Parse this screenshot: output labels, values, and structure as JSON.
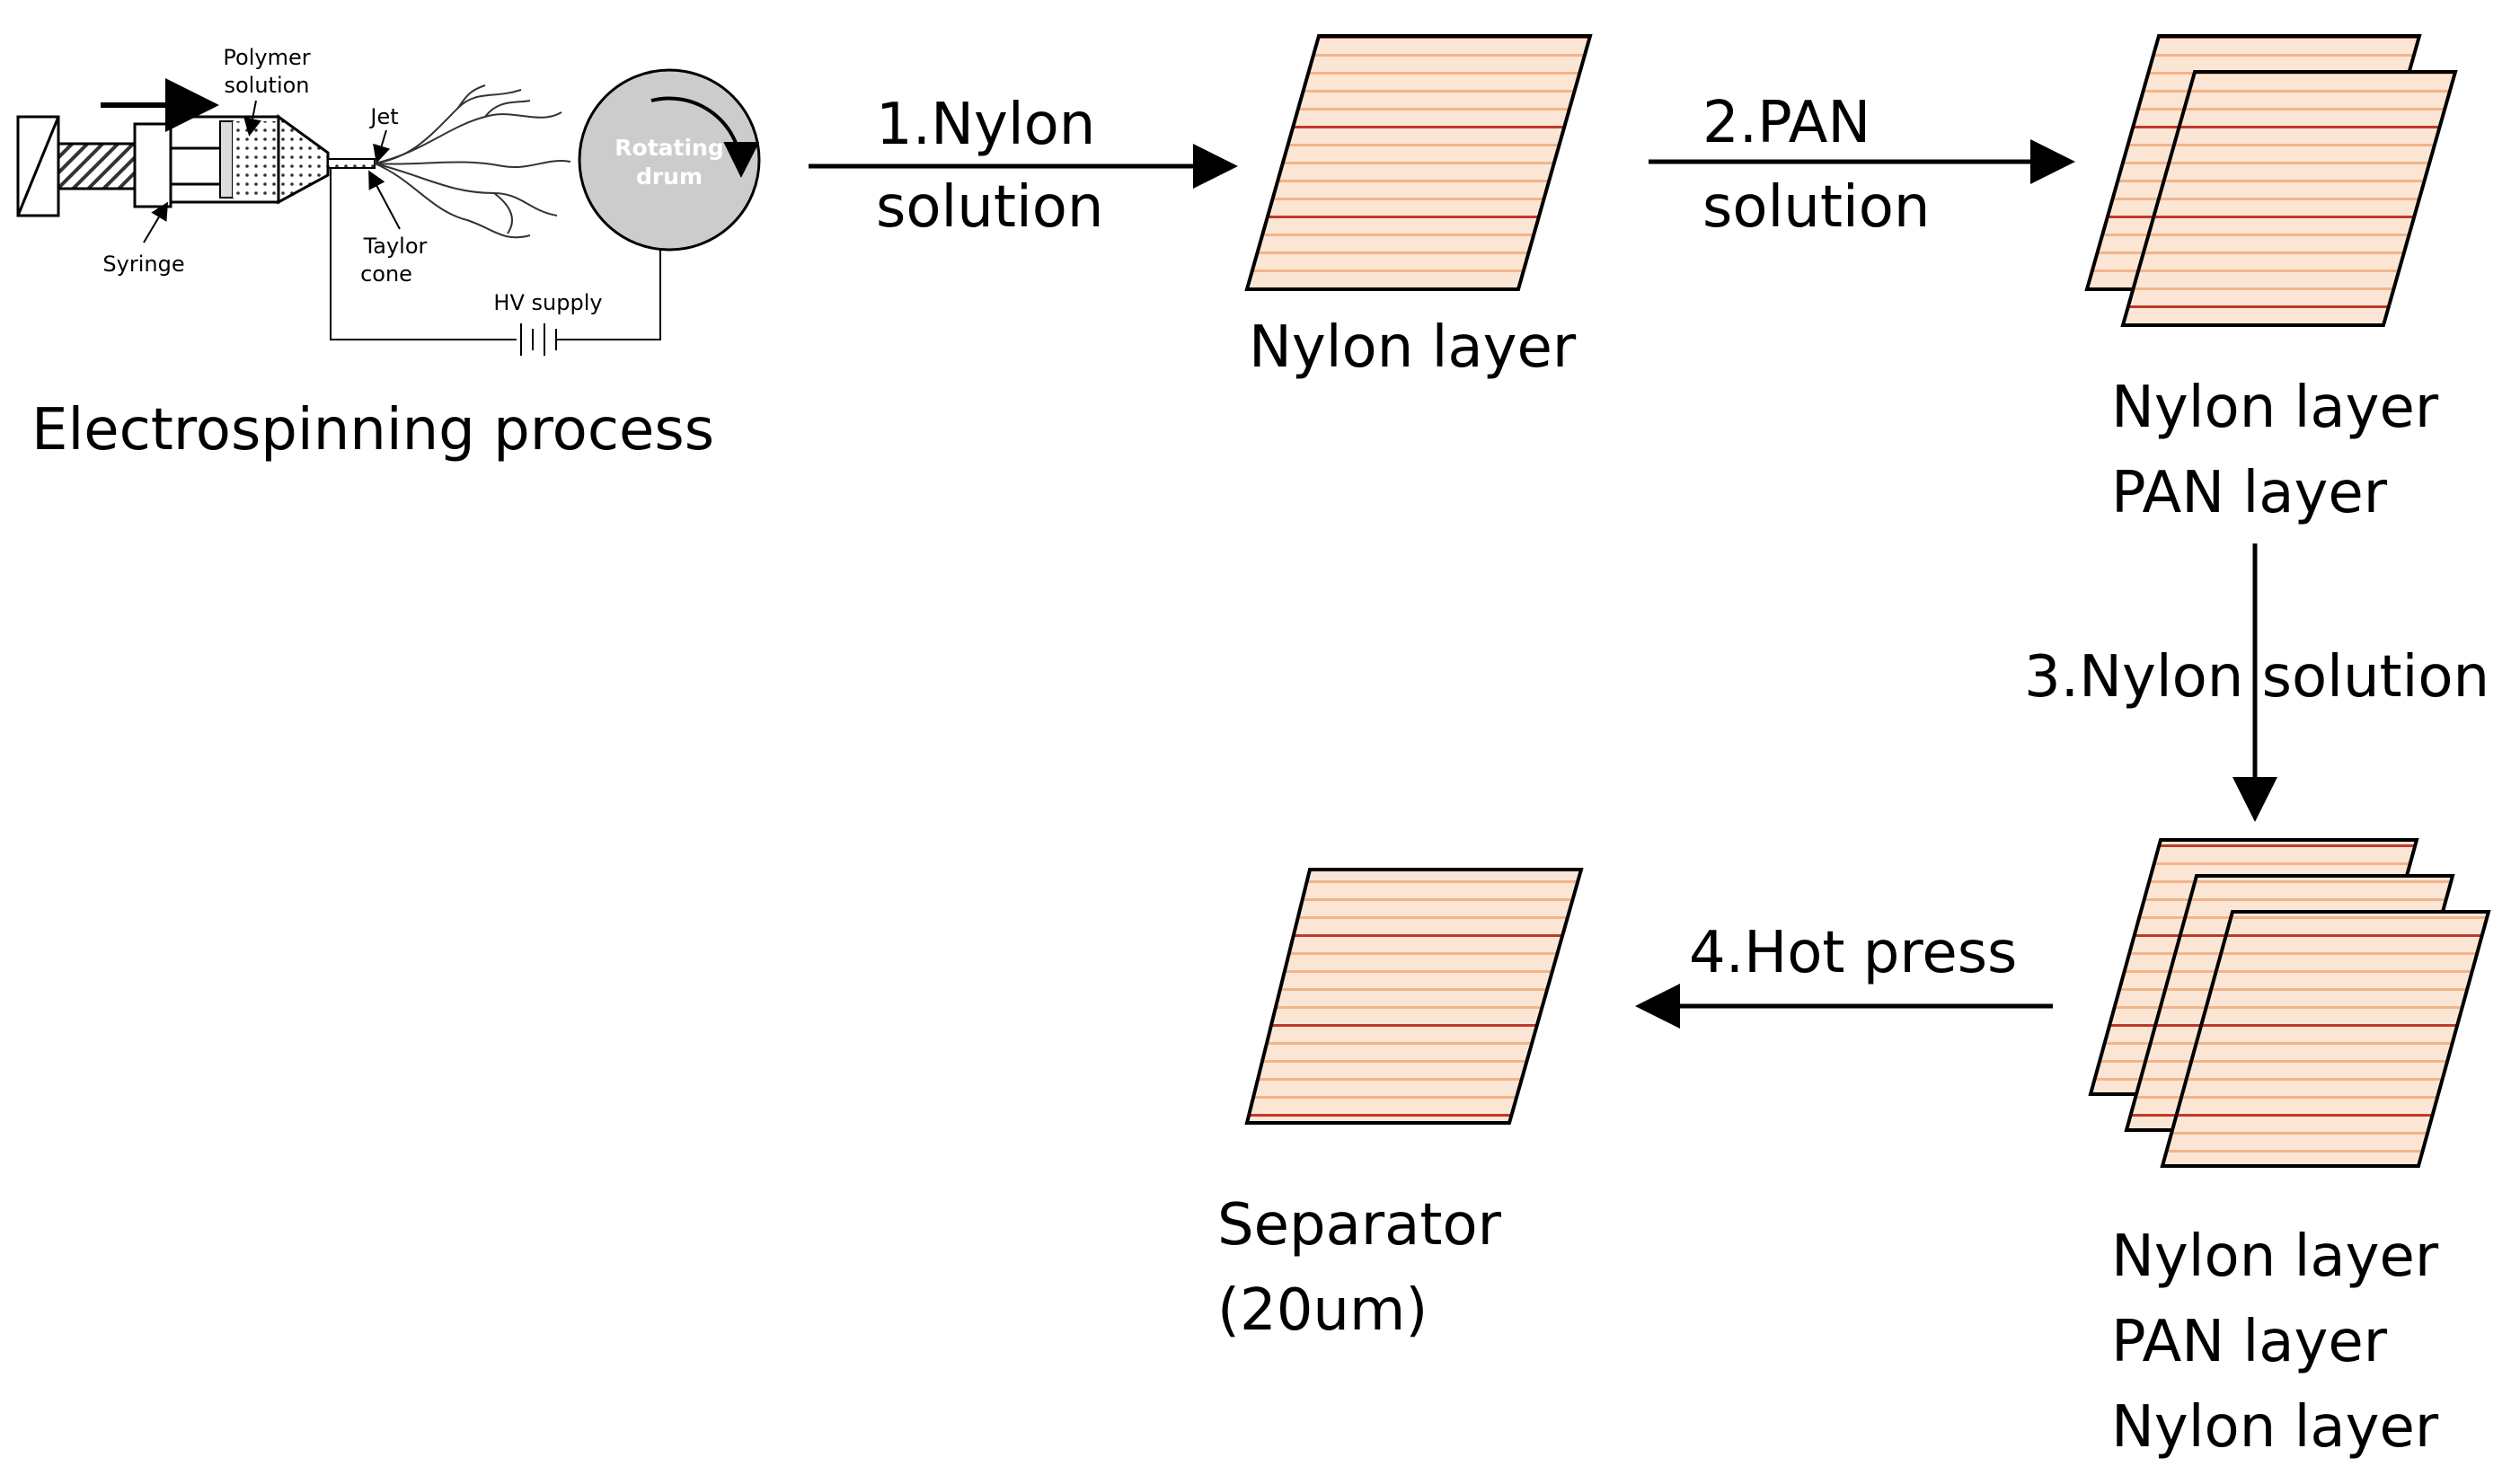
{
  "apparatus": {
    "polymer_solution": [
      "Polymer",
      "solution"
    ],
    "jet": "Jet",
    "taylor_cone": [
      "Taylor",
      "cone"
    ],
    "syringe": "Syringe",
    "hv_supply": "HV supply",
    "rotating_drum": [
      "Rotating",
      "drum"
    ],
    "caption": "Electrospinning process"
  },
  "steps": {
    "step1": [
      "1.Nylon",
      "solution"
    ],
    "step2": [
      "2.PAN",
      "solution"
    ],
    "step3": "3.Nylon solution",
    "step4": "4.Hot press"
  },
  "stages": {
    "stage1": [
      "Nylon layer"
    ],
    "stage2": [
      "Nylon layer",
      "PAN layer"
    ],
    "stage3": [
      "Nylon layer",
      "PAN layer",
      "Nylon layer"
    ],
    "final": [
      "Separator",
      "(20um)"
    ]
  },
  "colors": {
    "sheet_fill": "#fbe6d5",
    "stripe_light": "#f2b48a",
    "stripe_dark": "#c0392b",
    "drum_fill": "#cccccc",
    "ink": "#000000"
  }
}
